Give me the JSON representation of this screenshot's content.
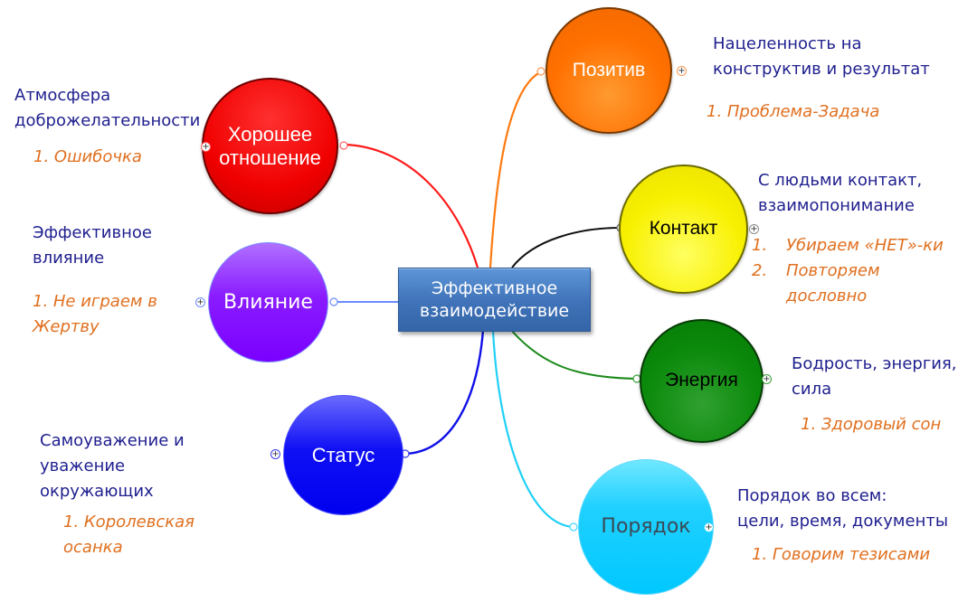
{
  "central_topic": {
    "line1": "Эффективное",
    "line2": "взаимодействие"
  },
  "topics": [
    {
      "id": "good-attitude",
      "label_line1": "Хорошее",
      "label_line2": "отношение",
      "color": "#ee0000",
      "description": [
        "Атмосфера",
        "доброжелательности"
      ],
      "notes": [
        "1. Ошибочка"
      ]
    },
    {
      "id": "influence",
      "label_line1": "Влияние",
      "label_line2": "",
      "color": "#8a1cff",
      "description": [
        "Эффективное",
        "влияние"
      ],
      "notes": [
        "1. Не играем в",
        "Жертву"
      ]
    },
    {
      "id": "status",
      "label_line1": "Статус",
      "label_line2": "",
      "color": "#0a0af0",
      "description": [
        "Самоуважение и",
        "уважение",
        "окружающих"
      ],
      "notes": [
        "1. Королевская",
        "осанка"
      ]
    },
    {
      "id": "positive",
      "label_line1": "Позитив",
      "label_line2": "",
      "color": "#ff7000",
      "description": [
        "Нацеленность на",
        "конструктив и результат"
      ],
      "notes": [
        "1. Проблема-Задача"
      ]
    },
    {
      "id": "contact",
      "label_line1": "Контакт",
      "label_line2": "",
      "color": "#f5f000",
      "description": [
        "С людьми контакт,",
        "взаимопонимание"
      ],
      "notes_list": [
        {
          "num": "1.",
          "text": "Убираем «НЕТ»-ки"
        },
        {
          "num": "2.",
          "text": "Повторяем"
        },
        {
          "num": "",
          "text": "дословно"
        }
      ]
    },
    {
      "id": "energy",
      "label_line1": "Энергия",
      "label_line2": "",
      "color": "#0a8a0a",
      "description": [
        "Бодрость, энергия,",
        "сила"
      ],
      "notes": [
        "1. Здоровый сон"
      ]
    },
    {
      "id": "order",
      "label_line1": "Порядок",
      "label_line2": "",
      "color": "#1ccfff",
      "description": [
        "Порядок во всем:",
        "цели, время, документы"
      ],
      "notes": [
        "1. Говорим тезисами"
      ]
    }
  ],
  "link_colors": {
    "good-attitude": "#ff1a1a",
    "influence": "#6b8cff",
    "status": "#1010e8",
    "positive": "#ff7a10",
    "contact": "#111111",
    "energy": "#1a8a1a",
    "order": "#20d0f8"
  },
  "expander_symbol": "+"
}
